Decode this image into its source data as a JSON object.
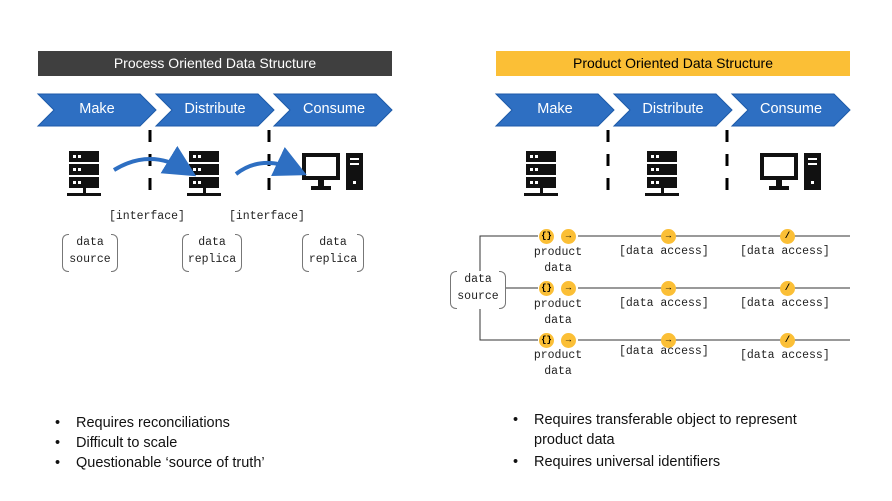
{
  "left": {
    "title": "Process Oriented Data Structure",
    "stages": [
      "Make",
      "Distribute",
      "Consume"
    ],
    "interfaces": [
      "[interface]",
      "[interface]"
    ],
    "sources": [
      {
        "line1": "data",
        "line2": "source"
      },
      {
        "line1": "data",
        "line2": "replica"
      },
      {
        "line1": "data",
        "line2": "replica"
      }
    ],
    "bullets": [
      "Requires reconciliations",
      "Difficult to scale",
      "Questionable ‘source of truth’"
    ]
  },
  "right": {
    "title": "Product Oriented Data Structure",
    "stages": [
      "Make",
      "Distribute",
      "Consume"
    ],
    "source": {
      "line1": "data",
      "line2": "source"
    },
    "rows": [
      {
        "product_line1": "product",
        "product_line2": "data",
        "access1": "[data access]",
        "access2": "[data access]"
      },
      {
        "product_line1": "product",
        "product_line2": "data",
        "access1": "[data access]",
        "access2": "[data access]"
      },
      {
        "product_line1": "product",
        "product_line2": "data",
        "access1": "[data access]",
        "access2": "[data access]"
      }
    ],
    "icons": {
      "product": "{}",
      "arrow": "→",
      "slash": "/"
    },
    "bullets": [
      "Requires transferable object to represent product data",
      "Requires universal identifiers"
    ]
  },
  "colors": {
    "arrow_blue": "#2e6fc2",
    "dark_title": "#3f3f3f",
    "accent_yellow": "#fbbf36"
  }
}
